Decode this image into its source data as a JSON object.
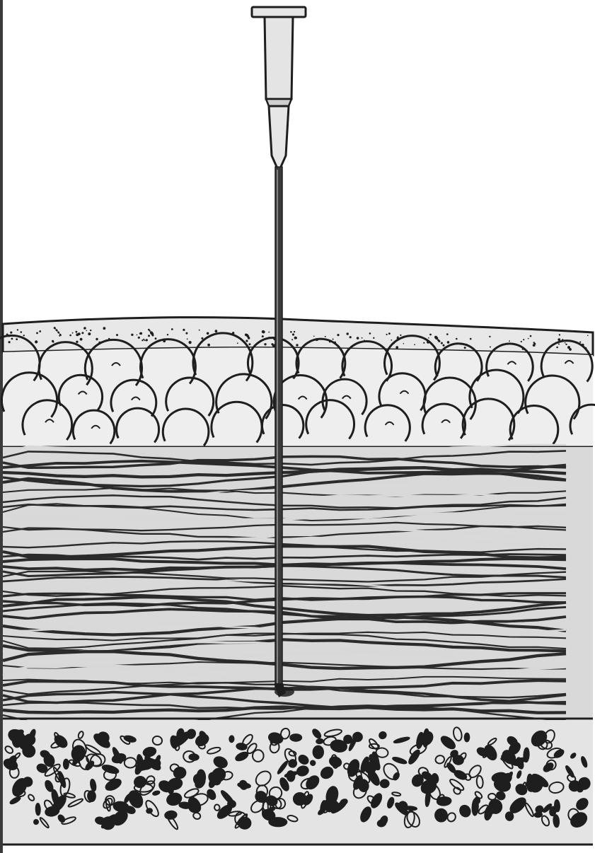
{
  "figure": {
    "subject": "needle-injection-cross-section",
    "layers": [
      {
        "name": "epidermis",
        "pattern": "stippled-band"
      },
      {
        "name": "subcutaneous-fat",
        "pattern": "lobules"
      },
      {
        "name": "muscle",
        "pattern": "fibrous-strands"
      },
      {
        "name": "bone",
        "pattern": "porous-cancellous"
      }
    ],
    "needle": {
      "parts": [
        "hub",
        "shaft",
        "tip"
      ]
    },
    "colors": {
      "ink": "#1e1e1e",
      "paper": "#ffffff",
      "tissue": "#e6e6e6",
      "fiber_dark": "#2b2b2b",
      "fiber_light": "#d8d8d8"
    }
  }
}
